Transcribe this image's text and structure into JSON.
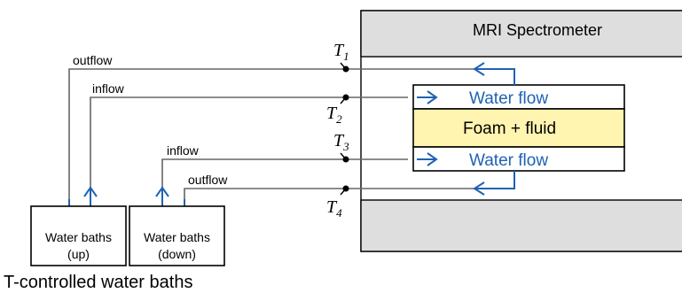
{
  "spectrometer": {
    "label": "MRI Spectrometer"
  },
  "sample": {
    "top_flow_label": "Water flow",
    "middle_label": "Foam + fluid",
    "bottom_flow_label": "Water flow"
  },
  "pipes": {
    "outflow_up_label": "outflow",
    "inflow_up_label": "inflow",
    "inflow_down_label": "inflow",
    "outflow_down_label": "outflow"
  },
  "sensors": {
    "t1": {
      "base": "T",
      "sub": "1"
    },
    "t2": {
      "base": "T",
      "sub": "2"
    },
    "t3": {
      "base": "T",
      "sub": "3"
    },
    "t4": {
      "base": "T",
      "sub": "4"
    }
  },
  "baths": {
    "up": {
      "line1": "Water baths",
      "line2": "(up)"
    },
    "down": {
      "line1": "Water baths",
      "line2": "(down)"
    },
    "caption": "T-controlled water baths"
  },
  "colors": {
    "spectrometer_fill": "#dedede",
    "sample_fill": "#fff4b0",
    "flow_blue": "#1f62b5",
    "pipe_grey": "#666666"
  }
}
